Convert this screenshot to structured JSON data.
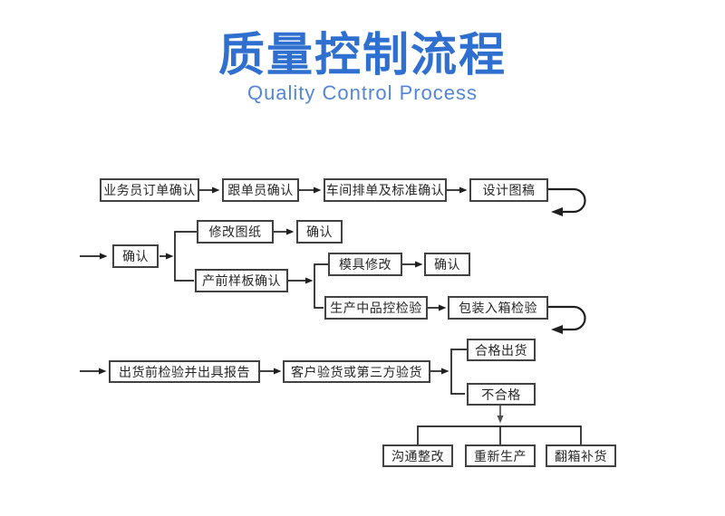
{
  "header": {
    "title": "质量控制流程",
    "subtitle": "Quality Control Process",
    "title_color": "#2e6fd0",
    "subtitle_color": "#5486d8"
  },
  "flowchart": {
    "line_color": "#1f1f1f",
    "gray_arrow_color": "#4f4f4f",
    "box_border_color": "#424242",
    "box_text_color": "#262626",
    "nodes": {
      "salesman_order_confirm": {
        "label": "业务员订单确认"
      },
      "merchandiser_confirm": {
        "label": "跟单员确认"
      },
      "workshop_scheduling_confirm": {
        "label": "车间排单及标准确认"
      },
      "design_draft": {
        "label": "设计图稿"
      },
      "confirm_design": {
        "label": "确认"
      },
      "modify_drawing": {
        "label": "修改图纸"
      },
      "confirm_drawing": {
        "label": "确认"
      },
      "preproduction_sample_confirm": {
        "label": "产前样板确认"
      },
      "mold_modification": {
        "label": "模具修改"
      },
      "confirm_mold": {
        "label": "确认"
      },
      "in_production_qc_inspection": {
        "label": "生产中品控检验"
      },
      "packing_carton_inspection": {
        "label": "包装入箱检验"
      },
      "pre_shipment_inspection_report": {
        "label": "出货前检验并出具报告"
      },
      "customer_or_third_party_inspection": {
        "label": "客户验货或第三方验货"
      },
      "qualified_shipment": {
        "label": "合格出货"
      },
      "unqualified": {
        "label": "不合格"
      },
      "communicate_rectify": {
        "label": "沟通整改"
      },
      "re_production": {
        "label": "重新生产"
      },
      "unpack_replenish": {
        "label": "翻箱补货"
      }
    }
  }
}
